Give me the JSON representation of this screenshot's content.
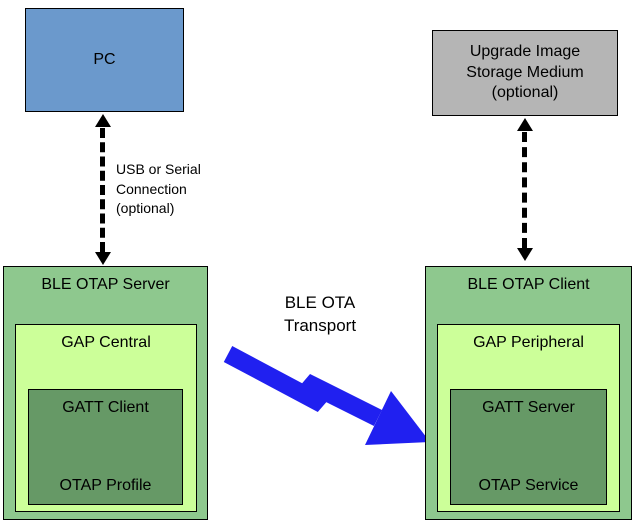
{
  "colors": {
    "pc_fill": "#6b99cc",
    "storage_fill": "#b5b5b5",
    "outer_green": "#8ec88e",
    "light_green": "#ccff99",
    "dark_green": "#669966",
    "bolt_blue": "#2020f0"
  },
  "pc": {
    "label": "PC"
  },
  "storage": {
    "label": "Upgrade Image\nStorage Medium\n(optional)"
  },
  "usb_connection": {
    "label": "USB or Serial\nConnection\n(optional)"
  },
  "transport": {
    "label": "BLE OTA\nTransport"
  },
  "server": {
    "title": "BLE OTAP Server",
    "gap_title": "GAP Central",
    "gatt_label": "GATT Client",
    "otap_label": "OTAP Profile"
  },
  "client": {
    "title": "BLE OTAP Client",
    "gap_title": "GAP Peripheral",
    "gatt_label": "GATT Server",
    "otap_label": "OTAP Service"
  }
}
